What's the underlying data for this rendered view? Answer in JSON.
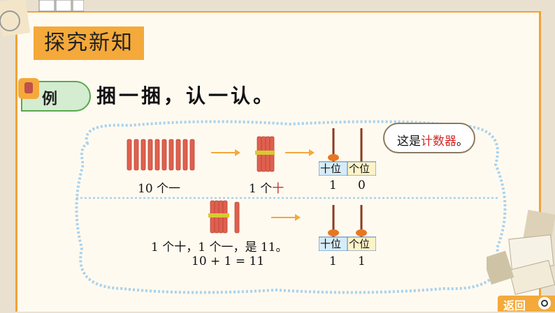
{
  "title": "探究新知",
  "example": {
    "tag": "例",
    "heading": "捆一捆，认一认。"
  },
  "speech": {
    "prefix": "这是",
    "highlight": "计数器",
    "suffix": "。"
  },
  "row1": {
    "label_ten_ones": "10 个一",
    "label_one_ten_prefix": "1 个",
    "label_one_ten_highlight": "十",
    "abacus": {
      "tens_label": "十位",
      "ones_label": "个位",
      "tens_value": "1",
      "ones_value": "0"
    }
  },
  "row2": {
    "line1": "1 个十，1 个一，是 11。",
    "line2": "10 + 1 = 11",
    "abacus": {
      "tens_label": "十位",
      "ones_label": "个位",
      "tens_value": "1",
      "ones_value": "1"
    }
  },
  "back_button": "返回",
  "colors": {
    "accent": "#f4a93a",
    "stick": "#e0604f",
    "bead": "#e87722",
    "tens_box": "#d6ecf7",
    "ones_box": "#fdf3c8",
    "highlight": "#c0392b"
  }
}
